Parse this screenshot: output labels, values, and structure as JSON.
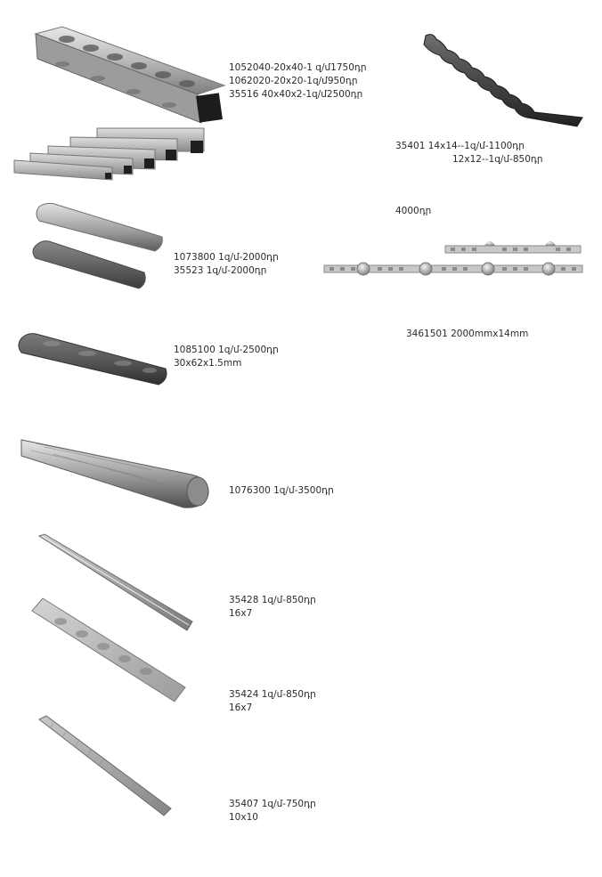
{
  "products": [
    {
      "id": "p1",
      "image": "hammered-square-tube-image",
      "lines": [
        "1052040-20x40-1 զ/մ1750դր",
        "1062020-20x20-1զ/մ950դր",
        "35516  40x40x2-1զ/մ2500դր"
      ]
    },
    {
      "id": "p2",
      "image": "square-tubes-set-image",
      "lines": []
    },
    {
      "id": "p3",
      "image": "half-round-profiles-image",
      "lines": [
        "1073800 1զ/մ-2000դր",
        "35523 1զ/մ-2000դր"
      ]
    },
    {
      "id": "p4",
      "image": "half-round-textured-profile-image",
      "lines": [
        "1085100 1զ/մ-2500դր",
        "30x62x1.5mm"
      ]
    },
    {
      "id": "p5",
      "image": "handrail-profile-image",
      "lines": [
        "1076300  1զ/մ-3500դր"
      ]
    },
    {
      "id": "p6",
      "image": "narrow-bar-image",
      "lines": [
        "35428 1զ/մ-850դր",
        "16x7"
      ]
    },
    {
      "id": "p7",
      "image": "flat-hammered-bar-image",
      "lines": [
        "35424 1զ/մ-850դր",
        "16x7"
      ]
    },
    {
      "id": "p8",
      "image": "square-textured-bar-image",
      "lines": [
        "35407 1զ/մ-750դր",
        "10x10"
      ]
    },
    {
      "id": "p9",
      "image": "wavy-square-bar-image",
      "lines": [
        "35401 14x14--1զ/մ-1100դր",
        "12x12--1զ/մ-850դր"
      ]
    },
    {
      "id": "p10",
      "image": "decorative-strip-image",
      "lines": [
        "4000դր"
      ]
    },
    {
      "id": "p11",
      "image": "decorative-strip-caption",
      "lines": [
        "3461501   2000mmx14mm"
      ]
    }
  ],
  "colors": {
    "text": "#2a2a2a",
    "metal_light": "#d6d6d6",
    "metal_mid": "#9a9a9a",
    "metal_dark": "#4a4a4a"
  }
}
